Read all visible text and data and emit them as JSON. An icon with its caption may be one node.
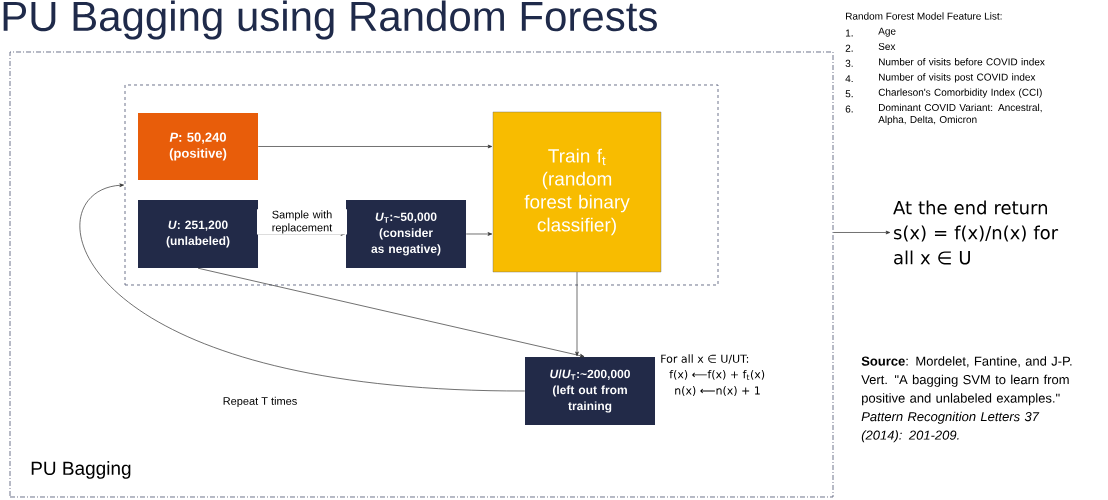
{
  "diagram": {
    "title": "PU Bagging using Random Forests",
    "nodes": [
      {
        "text": [
          "PU Bagging"
        ]
      },
      {
        "text": [],
        "shape": "box",
        "in": 0
      },
      {
        "text": [
          "*P*: 50,240 (positive)"
        ],
        "in": 1
      },
      {
        "text": [
          "*U*: 251,200 (unlabeled)"
        ],
        "in": 1
      },
      {
        "text": [
          "*U*$_{T}$:~50,000 (consider as negative)"
        ],
        "in": 1
      },
      {
        "text": [
          "Train f$_{t}$ (random forest binary classifier)"
        ],
        "in": 1
      },
      {
        "text": [
          "*U*/*U*$_{T}$:~200,000 (left out from training"
        ],
        "in": 0
      },
      {
        "text": [
          "At the end return s(x) = f(x)/n(x) for all x ∈ U"
        ]
      }
    ],
    "edges": [
      {
        "from": 2,
        "to": 5,
        "arrow": "to"
      },
      {
        "from": 3,
        "to": 4,
        "arrow": "to",
        "label": "Sample with replacement"
      },
      {
        "from": 4,
        "to": 5,
        "arrow": "to"
      },
      {
        "from": 5,
        "to": 6,
        "arrow": "to"
      },
      {
        "from": 3,
        "to": 6,
        "arrow": "to"
      },
      {
        "from": 6,
        "to": 1,
        "arrow": "to",
        "label": "Repeat T times"
      },
      {
        "from": 0,
        "to": 7,
        "arrow": "to"
      }
    ],
    "labels": [
      "For all x ∈ U/UT:",
      "f(x) ⟵f(x) + f$_{t}$(x)",
      "n(x) ⟵n(x) + 1",
      "Random Forest Model Feature List:",
      "1.",
      "Age",
      "2.",
      "Sex",
      "3.",
      "Number of visits before COVID index",
      "4.",
      "Number of visits post COVID index",
      "5.",
      "Charleson's Comorbidity Index (CCI)",
      "6.",
      "Dominant COVID Variant: Ancestral, Alpha, Delta, Omicron",
      "**Source**: Mordelet, Fantine, and J-P. Vert. \"A bagging SVM to learn from positive and unlabeled examples.\" *Pattern Recognition Letters 37 (2014): 201-209.*"
    ]
  }
}
